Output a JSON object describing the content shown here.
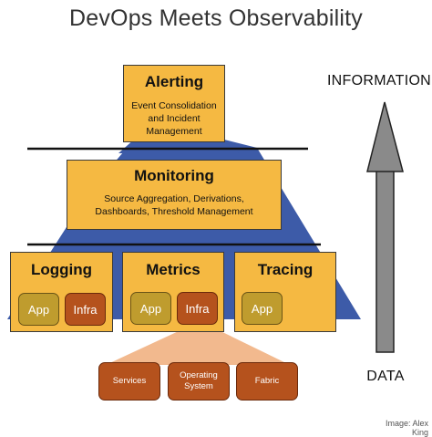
{
  "title": "DevOps Meets Observability",
  "alerting": {
    "heading": "Alerting",
    "description": "Event Consolidation and Incident Management"
  },
  "monitoring": {
    "heading": "Monitoring",
    "description": "Source Aggregation, Derivations, Dashboards, Threshold Management"
  },
  "pillars": {
    "logging": {
      "heading": "Logging",
      "items": [
        "App",
        "Infra"
      ]
    },
    "metrics": {
      "heading": "Metrics",
      "items": [
        "App",
        "Infra"
      ]
    },
    "tracing": {
      "heading": "Tracing",
      "items": [
        "App"
      ]
    }
  },
  "sources": [
    "Services",
    "Operating System",
    "Fabric"
  ],
  "axis": {
    "top_label": "INFORMATION",
    "bottom_label": "DATA"
  },
  "credit": "Image: Alex King",
  "colors": {
    "box_fill": "#f5b942",
    "pyramid_blue": "#3d5ba8",
    "app_fill": "#bf9c2e",
    "infra_fill": "#b5521d",
    "fan_fill": "#f2b98e",
    "arrow_fill": "#8a8a8a"
  }
}
